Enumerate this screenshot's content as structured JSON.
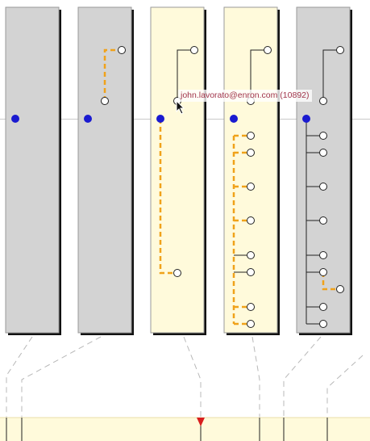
{
  "colors": {
    "panel_gray": "#d3d3d3",
    "panel_highlight": "#fffadb",
    "panel_shadow": "#111111",
    "root_node": "#1a1ad0",
    "orange_link": "#f0a21a",
    "tree_line": "#222222",
    "timeline_bg": "#fffadb",
    "marker": "#d81e1e",
    "connector": "#b8b8b8"
  },
  "panels": [
    {
      "id": "snapshot-1",
      "highlighted": false
    },
    {
      "id": "snapshot-2",
      "highlighted": false
    },
    {
      "id": "snapshot-3",
      "highlighted": true
    },
    {
      "id": "snapshot-4",
      "highlighted": true
    },
    {
      "id": "snapshot-5",
      "highlighted": false
    }
  ],
  "tooltip": {
    "text": "john.lavorato@enron.com (10892)"
  },
  "timeline": {
    "current_marker": "current-time"
  },
  "icons": {
    "pointer": "mouse-pointer-icon",
    "marker": "red-triangle-icon"
  }
}
